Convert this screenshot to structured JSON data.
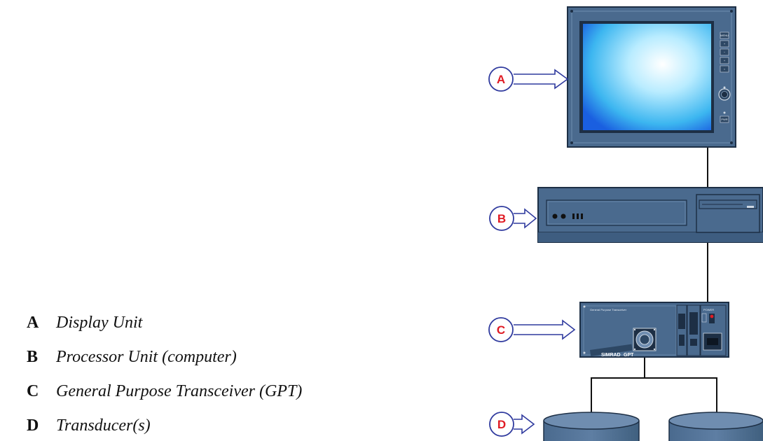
{
  "legend": [
    {
      "letter": "A",
      "description": "Display Unit"
    },
    {
      "letter": "B",
      "description": "Processor Unit (computer)"
    },
    {
      "letter": "C",
      "description": "General Purpose Transceiver (GPT)"
    },
    {
      "letter": "D",
      "description": "Transducer(s)"
    }
  ],
  "callouts": {
    "a": "A",
    "b": "B",
    "c": "C",
    "d": "D"
  },
  "display": {
    "buttons": [
      "MENU",
      "+",
      "−",
      "+",
      "○"
    ],
    "pwr_label": "PWR"
  },
  "transceiver": {
    "panel_label": "General Purpose Transceiver",
    "brand": "SIMRAD",
    "model": "GPT",
    "power_label": "POWER"
  },
  "colors": {
    "unit_body": "#4a6a8e",
    "unit_dark": "#2d4764",
    "unit_light": "#6f8db0",
    "screen_light": "#ffffff",
    "screen_edge": "#1e6ee8",
    "callout_stroke": "#2f3a9e",
    "callout_letter": "#e01b24",
    "cable": "#111111"
  }
}
